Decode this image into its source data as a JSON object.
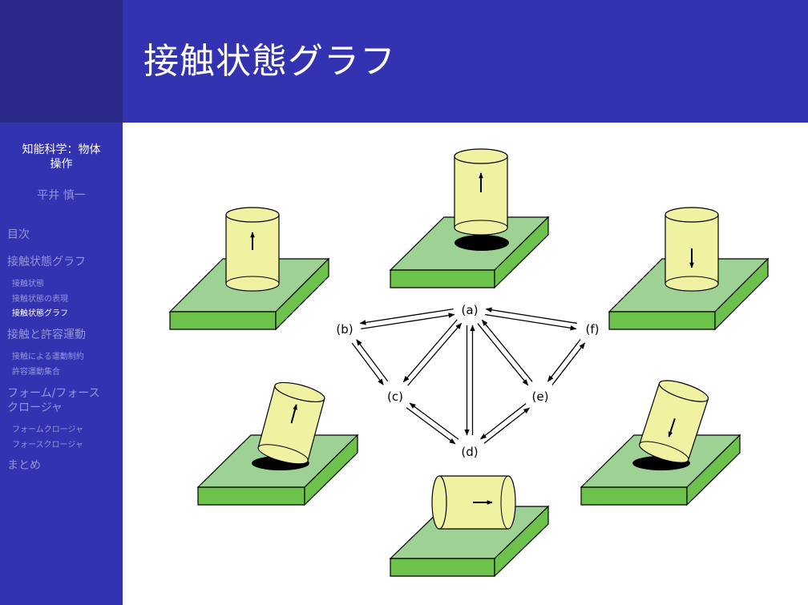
{
  "slide": {
    "title": "接触状態グラフ"
  },
  "sidebar": {
    "talk_title_line1": "知能科学：物体",
    "talk_title_line2": "操作",
    "author": "平井 慎一",
    "sections": [
      {
        "label": "目次"
      },
      {
        "label": "接触状態グラフ",
        "subsections": [
          "接触状態",
          "接触状態の表現",
          "接触状態グラフ"
        ]
      },
      {
        "label": "接触と許容運動",
        "subsections": [
          "接触による運動制約",
          "許容運動集合"
        ]
      },
      {
        "label_line1": "フォーム/フォース",
        "label_line2": "クロージャ",
        "subsections": [
          "フォームクロージャ",
          "フォースクロージャ"
        ]
      },
      {
        "label": "まとめ"
      }
    ],
    "active_subsection": "接触状態グラフ"
  },
  "graph": {
    "nodes": {
      "a": "(a)",
      "b": "(b)",
      "c": "(c)",
      "d": "(d)",
      "e": "(e)",
      "f": "(f)"
    },
    "edges": [
      [
        "a",
        "b"
      ],
      [
        "a",
        "f"
      ],
      [
        "a",
        "c"
      ],
      [
        "a",
        "e"
      ],
      [
        "a",
        "d"
      ],
      [
        "b",
        "c"
      ],
      [
        "c",
        "d"
      ],
      [
        "d",
        "e"
      ],
      [
        "e",
        "f"
      ]
    ]
  },
  "colors": {
    "title_bar": "#3333b2",
    "corner": "#2a2a88",
    "sidebar": "#3333b2",
    "sidebar_text_dim": "#9595d8",
    "plate_top": "#9dd294",
    "plate_side": "#6cc24a",
    "cylinder": "#f1f1a2",
    "shadow": "#000000"
  }
}
